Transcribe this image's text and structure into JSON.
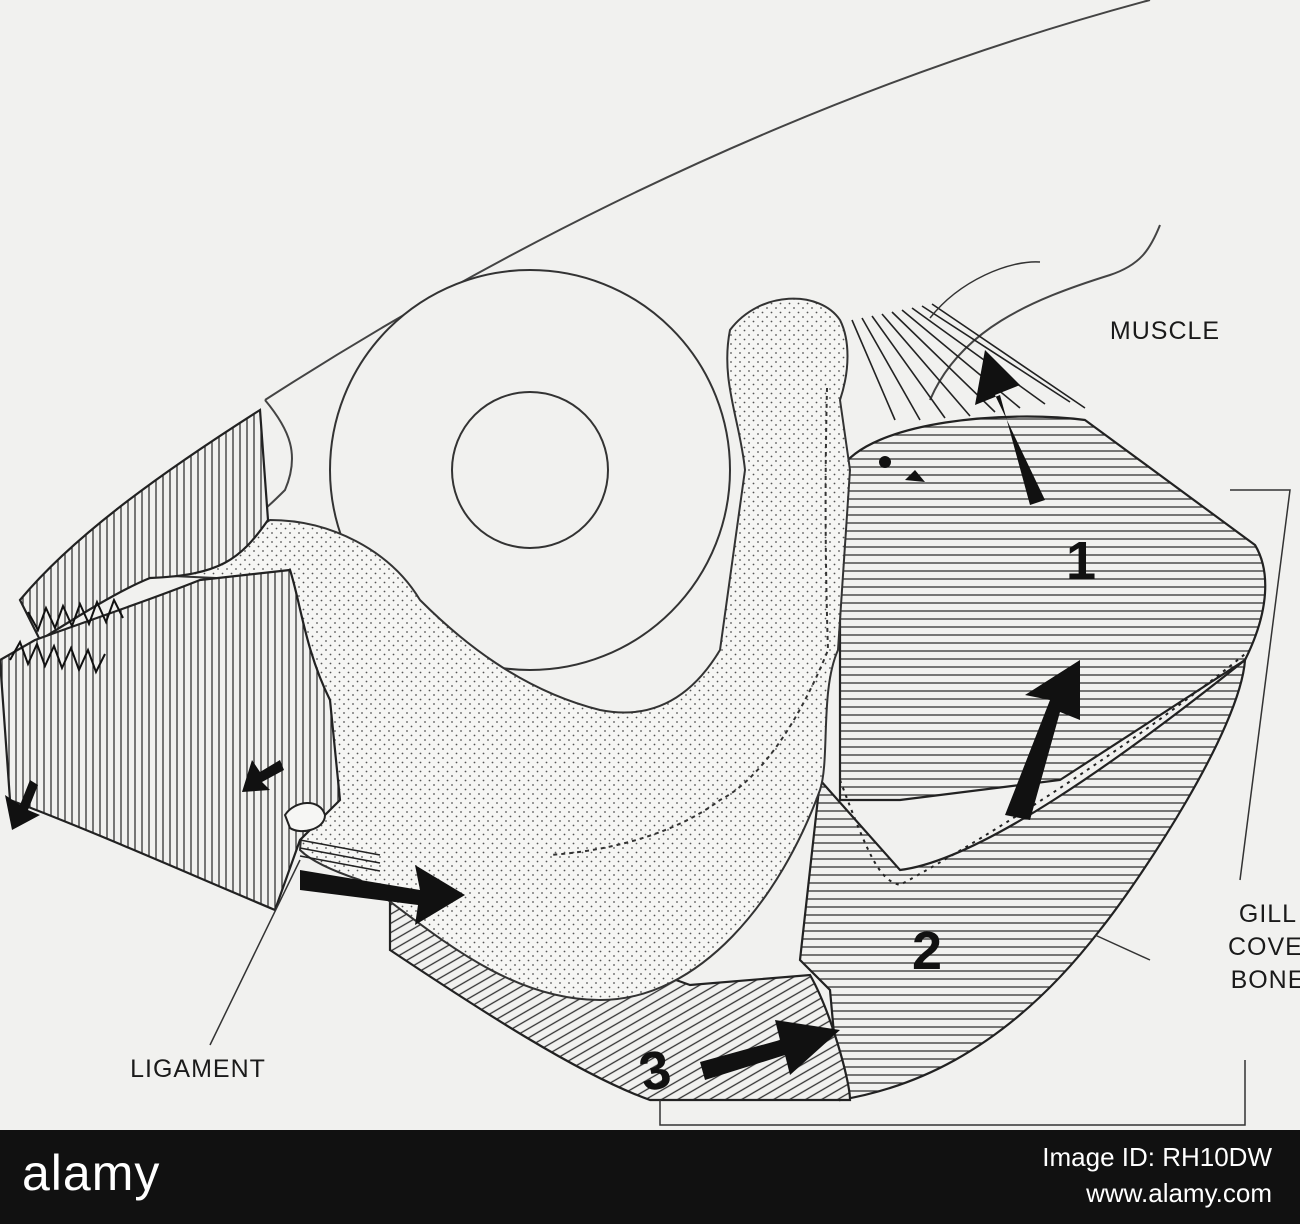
{
  "labels": {
    "muscle": "MUSCLE",
    "gill_cover_bone": [
      "GILL",
      "COVER",
      "BONE"
    ],
    "ligament": "LIGAMENT"
  },
  "numbers": {
    "one": "1",
    "two": "2",
    "three": "3"
  },
  "watermark": {
    "logo": "alamy",
    "image_id": "Image ID: RH10DW",
    "url": "www.alamy.com"
  },
  "colors": {
    "background": "#f1f1ef",
    "ink": "#111111"
  }
}
